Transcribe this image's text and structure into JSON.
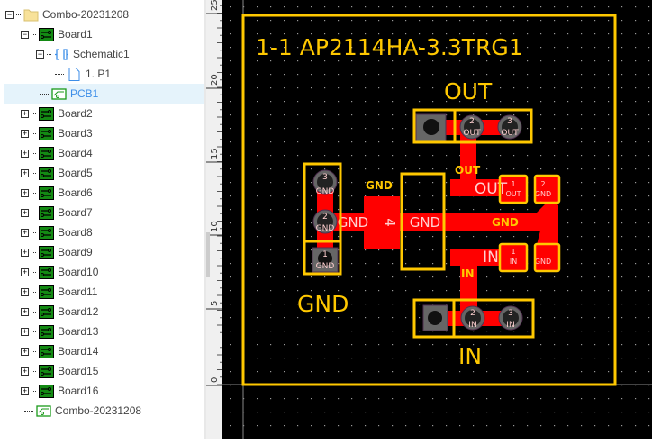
{
  "tree": {
    "root": "Combo-20231208",
    "board1": "Board1",
    "schematic": "Schematic1",
    "page": "1. P1",
    "pcb": "PCB1",
    "boards": [
      "Board2",
      "Board3",
      "Board4",
      "Board5",
      "Board6",
      "Board7",
      "Board8",
      "Board9",
      "Board10",
      "Board11",
      "Board12",
      "Board13",
      "Board14",
      "Board15",
      "Board16"
    ],
    "last": "Combo-20231208"
  },
  "ruler": {
    "labels": [
      "25",
      "20",
      "15",
      "10",
      "5",
      "0"
    ]
  },
  "pcb": {
    "title": "1-1  AP2114HA-3.3TRG1",
    "out_label": "OUT",
    "gnd_label": "GND",
    "in_label": "IN",
    "net_out": "OUT",
    "net_gnd": "GND",
    "net_in": "IN",
    "pad4": "4",
    "pad_nums": [
      "1",
      "2",
      "3"
    ],
    "colors": {
      "silk": "#ffc800",
      "copper": "#ff0000",
      "pad": "#666666",
      "background": "#000000",
      "selected": "#3d8ee8"
    }
  }
}
